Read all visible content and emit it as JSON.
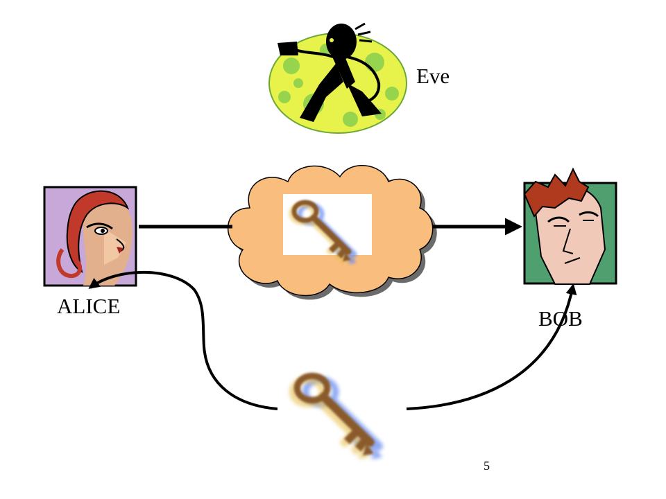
{
  "labels": {
    "eve": "Eve",
    "alice": "ALICE",
    "bob": "BOB",
    "page_number": "5"
  },
  "icons": {
    "eve": "eavesdropper-figure-icon",
    "alice": "alice-portrait-icon",
    "bob": "bob-portrait-icon",
    "channel": "cloud-icon",
    "key": "key-icon"
  },
  "colors": {
    "eve_background": "#e7f24a",
    "eve_spots": "#8fd14f",
    "alice_background": "#c8a8d8",
    "alice_hair": "#c0392b",
    "bob_background": "#4f9f6f",
    "bob_hair": "#b03a1e",
    "bob_skin": "#f0c9b8",
    "cloud": "#f9bd7e",
    "key_metal": "#8a5a2a",
    "key_shadow": "#6c8ef0",
    "arrows": "#000000"
  }
}
